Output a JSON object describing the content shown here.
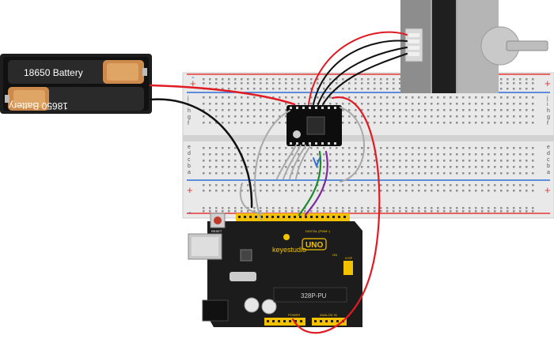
{
  "battery_pack": {
    "cell_top_label": "18650 Battery",
    "cell_bottom_label": "18650 Battery"
  },
  "breadboard": {
    "plus": "+",
    "minus": "-",
    "row_letters_top": [
      "j",
      "i",
      "h",
      "g",
      "f"
    ],
    "row_letters_bottom": [
      "e",
      "d",
      "c",
      "b",
      "a"
    ]
  },
  "arduino": {
    "brand": "keyestudio",
    "model": "UNO",
    "chip": "328P-PU",
    "reset_label": "RESET",
    "digital_label": "DIGITAL (PWM~)",
    "power_label": "POWER",
    "analog_label": "ANALOG IN",
    "icsp_label": "ICSP",
    "on_label": "ON"
  },
  "colors": {
    "wire_red": "#e01b24",
    "wire_black": "#111111",
    "wire_gray": "#a9a9a9",
    "wire_green": "#1e8a2e",
    "wire_purple": "#7b2a9a",
    "board_black": "#1c1c1c",
    "header_yellow": "#f2c200",
    "battery_copper": "#cd8a4a",
    "breadboard_body": "#e9e9e9",
    "rail_red": "#e53935",
    "rail_blue": "#2f6fd6"
  }
}
